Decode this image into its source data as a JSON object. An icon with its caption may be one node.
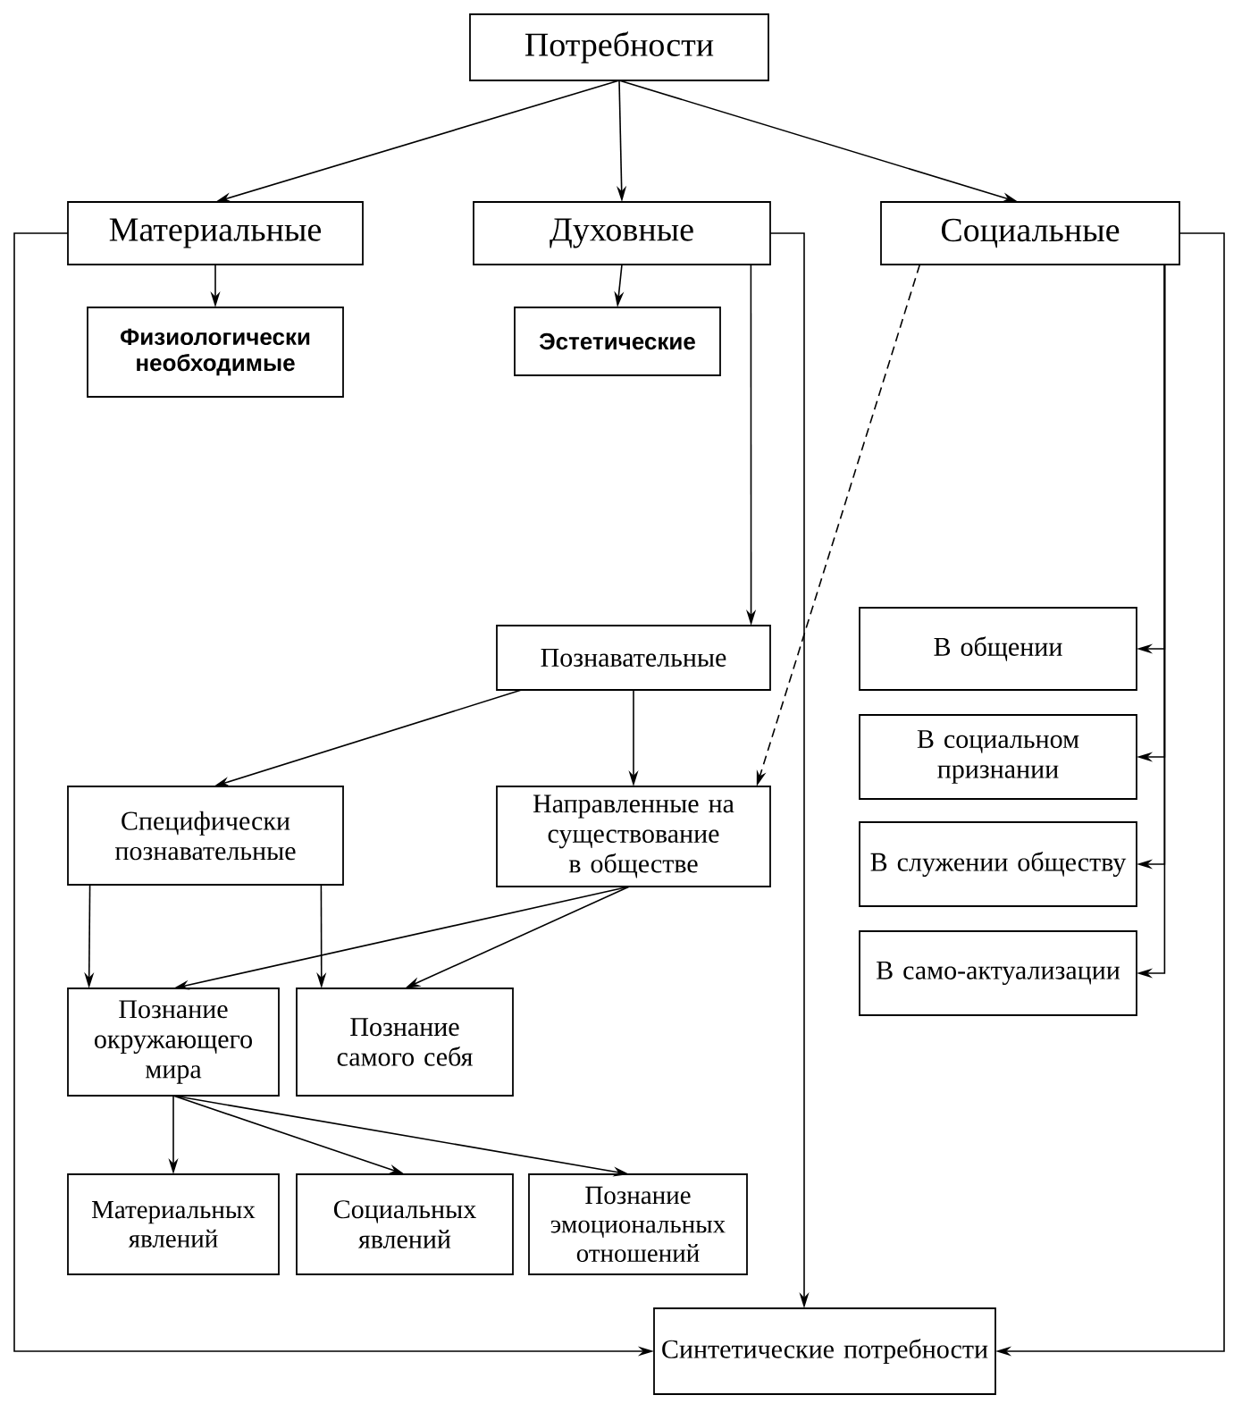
{
  "diagram": {
    "nodes": [
      {
        "text": [
          "Потребности"
        ]
      },
      {
        "text": [
          "Материальные"
        ]
      },
      {
        "text": [
          "Духовные"
        ]
      },
      {
        "text": [
          "Социальные"
        ]
      },
      {
        "text": [
          "Физиологически необходимые"
        ]
      },
      {
        "text": [
          "Эстетические"
        ]
      },
      {
        "text": [
          "Познавательные"
        ]
      },
      {
        "text": [
          "Специфически познавательные"
        ]
      },
      {
        "text": [
          "Направленные на существование в обществе"
        ]
      },
      {
        "text": [
          "Познание окружающего мира"
        ]
      },
      {
        "text": [
          "Познание самого себя"
        ]
      },
      {
        "text": [
          "Материальных явлений"
        ]
      },
      {
        "text": [
          "Социальных явлений"
        ]
      },
      {
        "text": [
          "Познание эмоциональных отношений"
        ]
      },
      {
        "text": [
          "В общении"
        ]
      },
      {
        "text": [
          "В социальном признании"
        ]
      },
      {
        "text": [
          "В служении обществу"
        ]
      },
      {
        "text": [
          "В само-актуализации"
        ]
      },
      {
        "text": [
          "Синтетические потребности"
        ]
      }
    ],
    "edges": [
      {
        "from": 0,
        "to": 1,
        "arrow": "to"
      },
      {
        "from": 0,
        "to": 2,
        "arrow": "to"
      },
      {
        "from": 0,
        "to": 3,
        "arrow": "to"
      },
      {
        "from": 1,
        "to": 4,
        "arrow": "to"
      },
      {
        "from": 2,
        "to": 5,
        "arrow": "to"
      },
      {
        "from": 2,
        "to": 6,
        "arrow": "to"
      },
      {
        "from": 3,
        "to": 8,
        "arrow": "to",
        "style": "dashed"
      },
      {
        "from": 6,
        "to": 7,
        "arrow": "to"
      },
      {
        "from": 6,
        "to": 8,
        "arrow": "to"
      },
      {
        "from": 7,
        "to": 9,
        "arrow": "to"
      },
      {
        "from": 7,
        "to": 10,
        "arrow": "to"
      },
      {
        "from": 8,
        "to": 9,
        "arrow": "to"
      },
      {
        "from": 8,
        "to": 10,
        "arrow": "to"
      },
      {
        "from": 9,
        "to": 11,
        "arrow": "to"
      },
      {
        "from": 9,
        "to": 12,
        "arrow": "to"
      },
      {
        "from": 9,
        "to": 13,
        "arrow": "to"
      },
      {
        "from": 3,
        "to": 14,
        "arrow": "to"
      },
      {
        "from": 3,
        "to": 15,
        "arrow": "to"
      },
      {
        "from": 3,
        "to": 16,
        "arrow": "to"
      },
      {
        "from": 3,
        "to": 17,
        "arrow": "to"
      },
      {
        "from": 1,
        "to": 18,
        "arrow": "to"
      },
      {
        "from": 2,
        "to": 18,
        "arrow": "to"
      },
      {
        "from": 3,
        "to": 18,
        "arrow": "to"
      }
    ]
  }
}
